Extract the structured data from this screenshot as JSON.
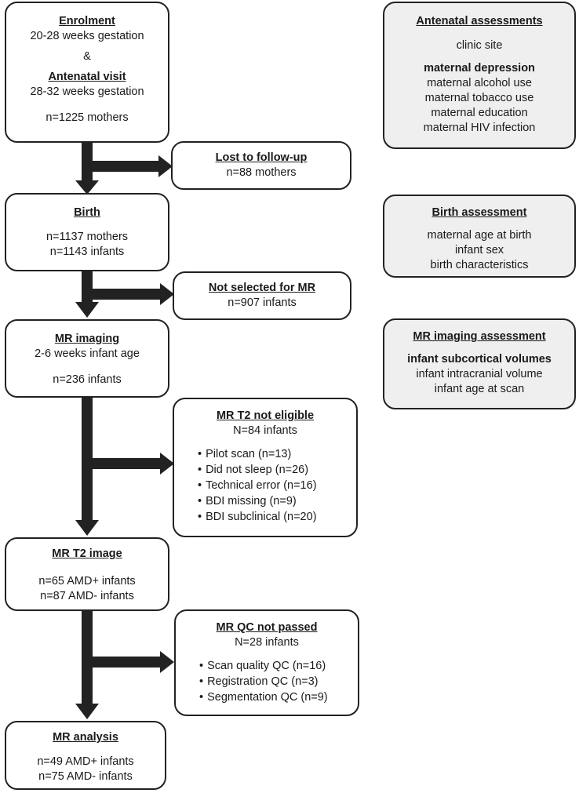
{
  "main_flow": {
    "enrolment": {
      "title": "Enrolment",
      "subtitle": "20-28 weeks gestation",
      "amp": "&",
      "visit_title": "Antenatal visit",
      "visit_subtitle": "28-32 weeks gestation",
      "count": "n=1225 mothers"
    },
    "birth": {
      "title": "Birth",
      "count1": "n=1137 mothers",
      "count2": "n=1143  infants"
    },
    "mr_imaging": {
      "title": "MR imaging",
      "subtitle": "2-6 weeks infant age",
      "count": "n=236 infants"
    },
    "mr_t2_image": {
      "title": "MR T2 image",
      "count1": "n=65 AMD+ infants",
      "count2": "n=87 AMD- infants"
    },
    "mr_analysis": {
      "title": "MR analysis",
      "count1": "n=49 AMD+ infants",
      "count2": "n=75 AMD- infants"
    }
  },
  "exclusions": {
    "lost": {
      "title": "Lost to follow-up",
      "count": "n=88 mothers"
    },
    "not_selected": {
      "title": "Not selected for MR",
      "count": "n=907 infants"
    },
    "t2_not_eligible": {
      "title": "MR T2 not eligible",
      "count": "N=84 infants",
      "items": [
        "Pilot scan (n=13)",
        "Did not sleep (n=26)",
        "Technical error (n=16)",
        "BDI missing (n=9)",
        "BDI subclinical (n=20)"
      ]
    },
    "qc_not_passed": {
      "title": "MR QC not passed",
      "count": "N=28 infants",
      "items": [
        "Scan quality QC (n=16)",
        "Registration QC (n=3)",
        "Segmentation QC (n=9)"
      ]
    }
  },
  "assessments": {
    "antenatal": {
      "title": "Antenatal assessments",
      "site": "clinic site",
      "primary": "maternal depression",
      "items": [
        "maternal alcohol use",
        "maternal tobacco use",
        "maternal education",
        "maternal HIV infection"
      ]
    },
    "birth": {
      "title": "Birth assessment",
      "items": [
        "maternal age at birth",
        "infant sex",
        "birth characteristics"
      ]
    },
    "mr": {
      "title": "MR imaging assessment",
      "primary": "infant subcortical volumes",
      "items": [
        "infant intracranial volume",
        "infant age at scan"
      ]
    }
  },
  "colors": {
    "arrow": "#222222",
    "grey_box": "#efefef",
    "border": "#222222"
  }
}
